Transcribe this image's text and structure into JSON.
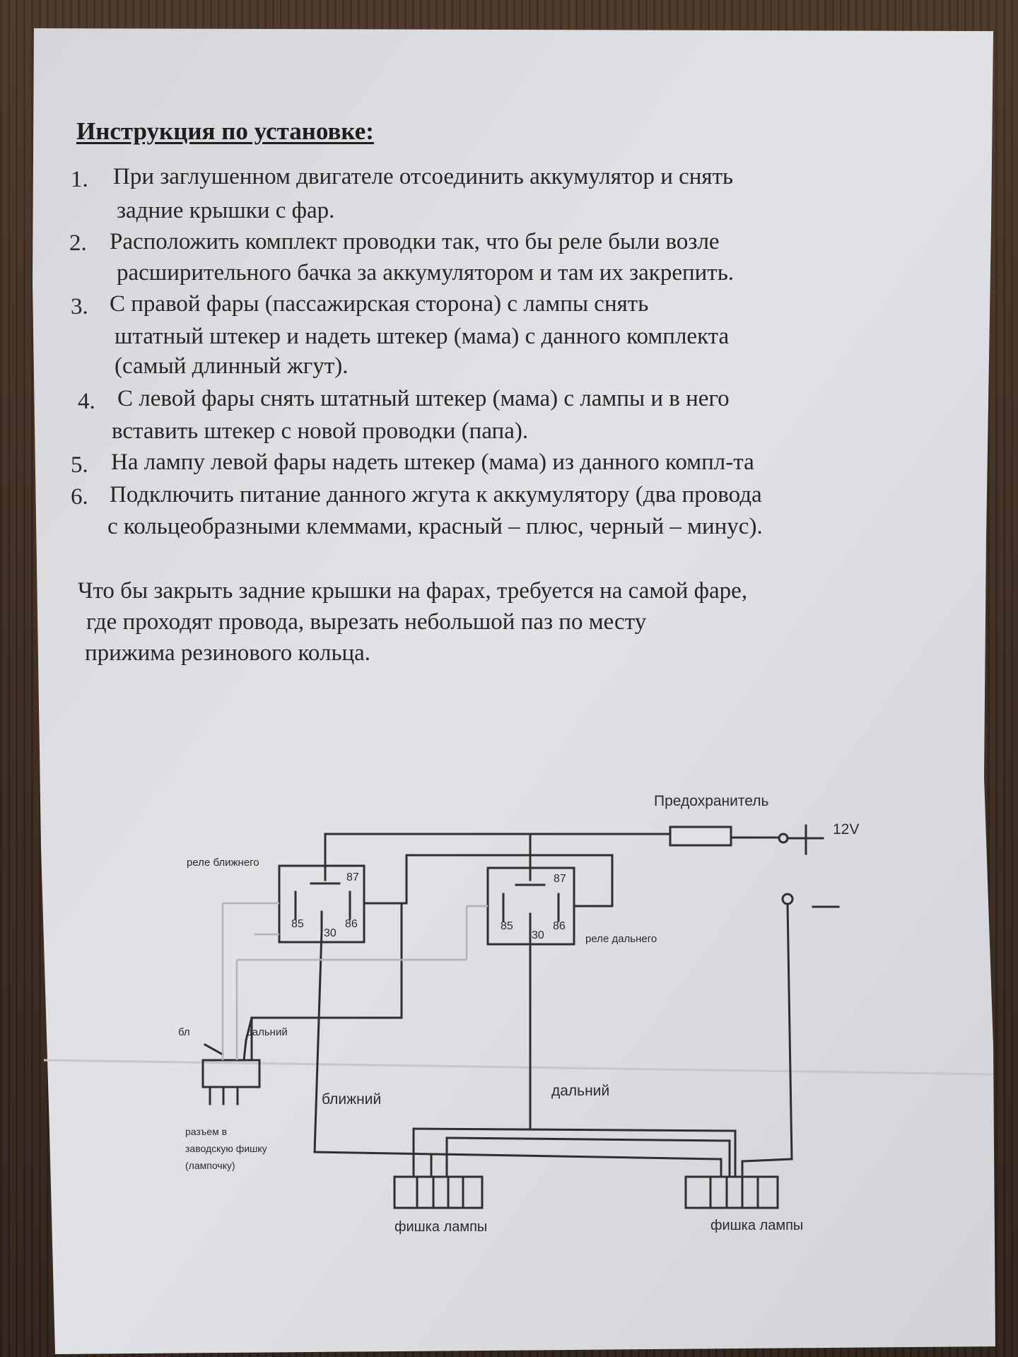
{
  "heading": "Инструкция по установке:",
  "steps": [
    {
      "num": "1.",
      "lines": [
        "При заглушенном двигателе отсоединить аккумулятор  и снять",
        "задние крышки с фар."
      ]
    },
    {
      "num": "2.",
      "lines": [
        "Расположить комплект проводки так, что бы реле были возле",
        "расширительного бачка за аккумулятором и там их закрепить."
      ]
    },
    {
      "num": "3.",
      "lines": [
        "С правой фары (пассажирская сторона) с лампы снять",
        "штатный штекер и надеть штекер (мама) с данного комплекта",
        "(самый длинный жгут)."
      ]
    },
    {
      "num": "4.",
      "lines": [
        "С левой фары снять штатный штекер (мама) с лампы и в него",
        "вставить штекер с новой проводки (папа)."
      ]
    },
    {
      "num": "5.",
      "lines": [
        "На лампу левой фары надеть штекер (мама) из данного компл-та"
      ]
    },
    {
      "num": "6.",
      "lines": [
        "Подключить питание данного жгута к аккумулятору (два провода",
        "с кольцеобразными клеммами, красный – плюс, черный – минус)."
      ]
    }
  ],
  "note": [
    "Что бы закрыть задние крышки на фарах, требуется на самой фаре,",
    "где проходят провода, вырезать небольшой паз по месту",
    "прижима резинового кольца."
  ],
  "diagram": {
    "fuse_label": "Предохранитель",
    "voltage_label": "12V",
    "plus_symbol": "+",
    "minus_symbol": "—",
    "relay_low_label": "реле ближнего",
    "relay_high_label": "реле дальнего",
    "pins": {
      "p87": "87",
      "p85": "85",
      "p30": "30",
      "p86": "86"
    },
    "wire_low_short": "бл",
    "wire_high_short": "дальний",
    "connector_caption": [
      "разъем в",
      "заводскую фишку",
      "(лампочку)"
    ],
    "low_beam_label": "ближний",
    "high_beam_label": "дальний",
    "lamp_plug_label": "фишка лампы"
  },
  "colors": {
    "paper": "#dcdde0",
    "ink": "#262626"
  }
}
